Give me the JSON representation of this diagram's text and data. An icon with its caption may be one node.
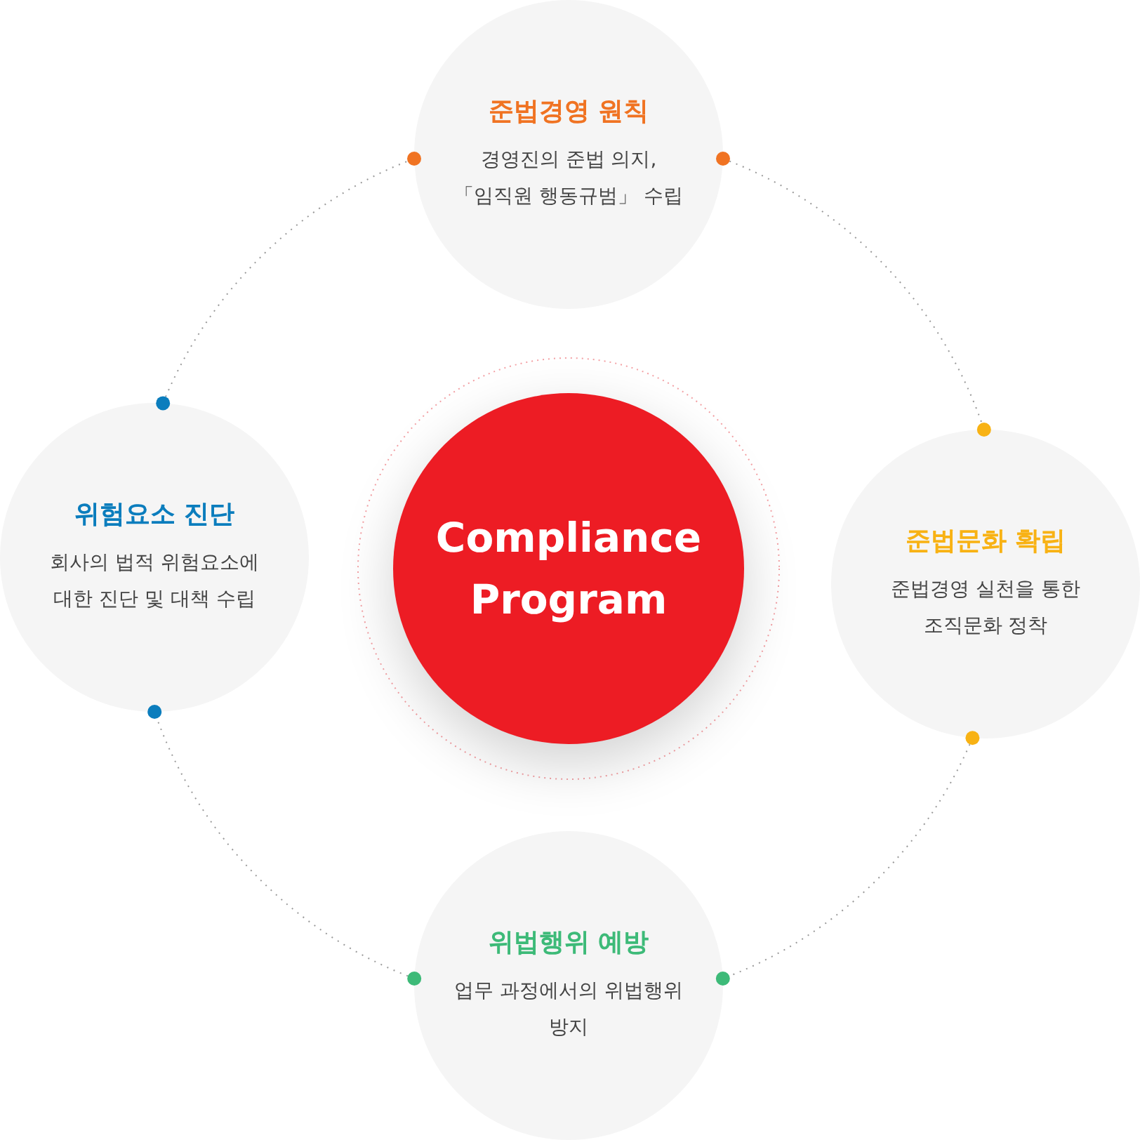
{
  "diagram": {
    "nodes": [
      {
        "text": [
          "준법경영 원칙",
          "경영진의 준법 의지, 「임직원 행동규범」 수립"
        ]
      },
      {
        "text": [
          "위험요소 진단",
          "회사의 법적 위험요소에 대한 진단 및 대책 수립"
        ]
      },
      {
        "text": [
          "Compliance Program"
        ]
      },
      {
        "text": [
          "준법문화 확립",
          "준법경영 실천을 통한 조직문화 정착"
        ]
      },
      {
        "text": [
          "위법행위 예방",
          "업무 과정에서의 위법행위 방지"
        ]
      }
    ],
    "edges": [
      {
        "from": 0,
        "to": 3,
        "arrow": "other",
        "style": "dashed"
      },
      {
        "from": 3,
        "to": 4,
        "arrow": "other",
        "style": "dashed"
      },
      {
        "from": 4,
        "to": 1,
        "arrow": "other",
        "style": "dashed"
      },
      {
        "from": 1,
        "to": 0,
        "arrow": "other",
        "style": "dashed"
      }
    ]
  }
}
